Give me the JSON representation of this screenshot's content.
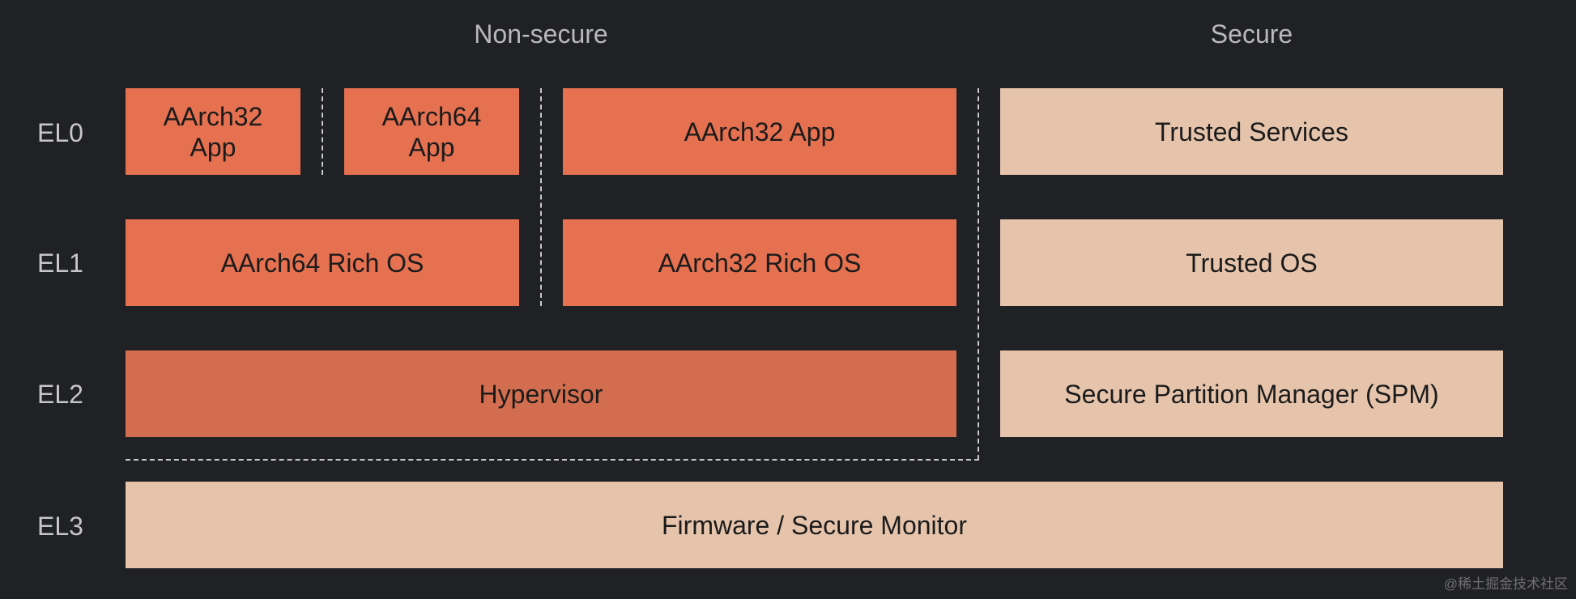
{
  "headers": {
    "nonsecure": "Non-secure",
    "secure": "Secure"
  },
  "levels": {
    "el0": "EL0",
    "el1": "EL1",
    "el2": "EL2",
    "el3": "EL3"
  },
  "boxes": {
    "el0_aarch32_app_a": [
      "AArch32",
      "App"
    ],
    "el0_aarch64_app": [
      "AArch64",
      "App"
    ],
    "el0_aarch32_app_b": "AArch32 App",
    "el0_trusted_services": "Trusted Services",
    "el1_aarch64_rich_os": "AArch64 Rich OS",
    "el1_aarch32_rich_os": "AArch32 Rich OS",
    "el1_trusted_os": "Trusted OS",
    "el2_hypervisor": "Hypervisor",
    "el2_spm": "Secure Partition Manager (SPM)",
    "el3_firmware": "Firmware / Secure Monitor"
  },
  "colors": {
    "background": "#202124",
    "nonsecure_box": "#e57151",
    "hypervisor_box": "#d26e4f",
    "secure_box": "#e6c4ac",
    "label_text": "#c6c6c6",
    "box_text": "#1b1b1b",
    "dashed_line": "#c9c9c9"
  },
  "watermark": "@稀土掘金技术社区"
}
